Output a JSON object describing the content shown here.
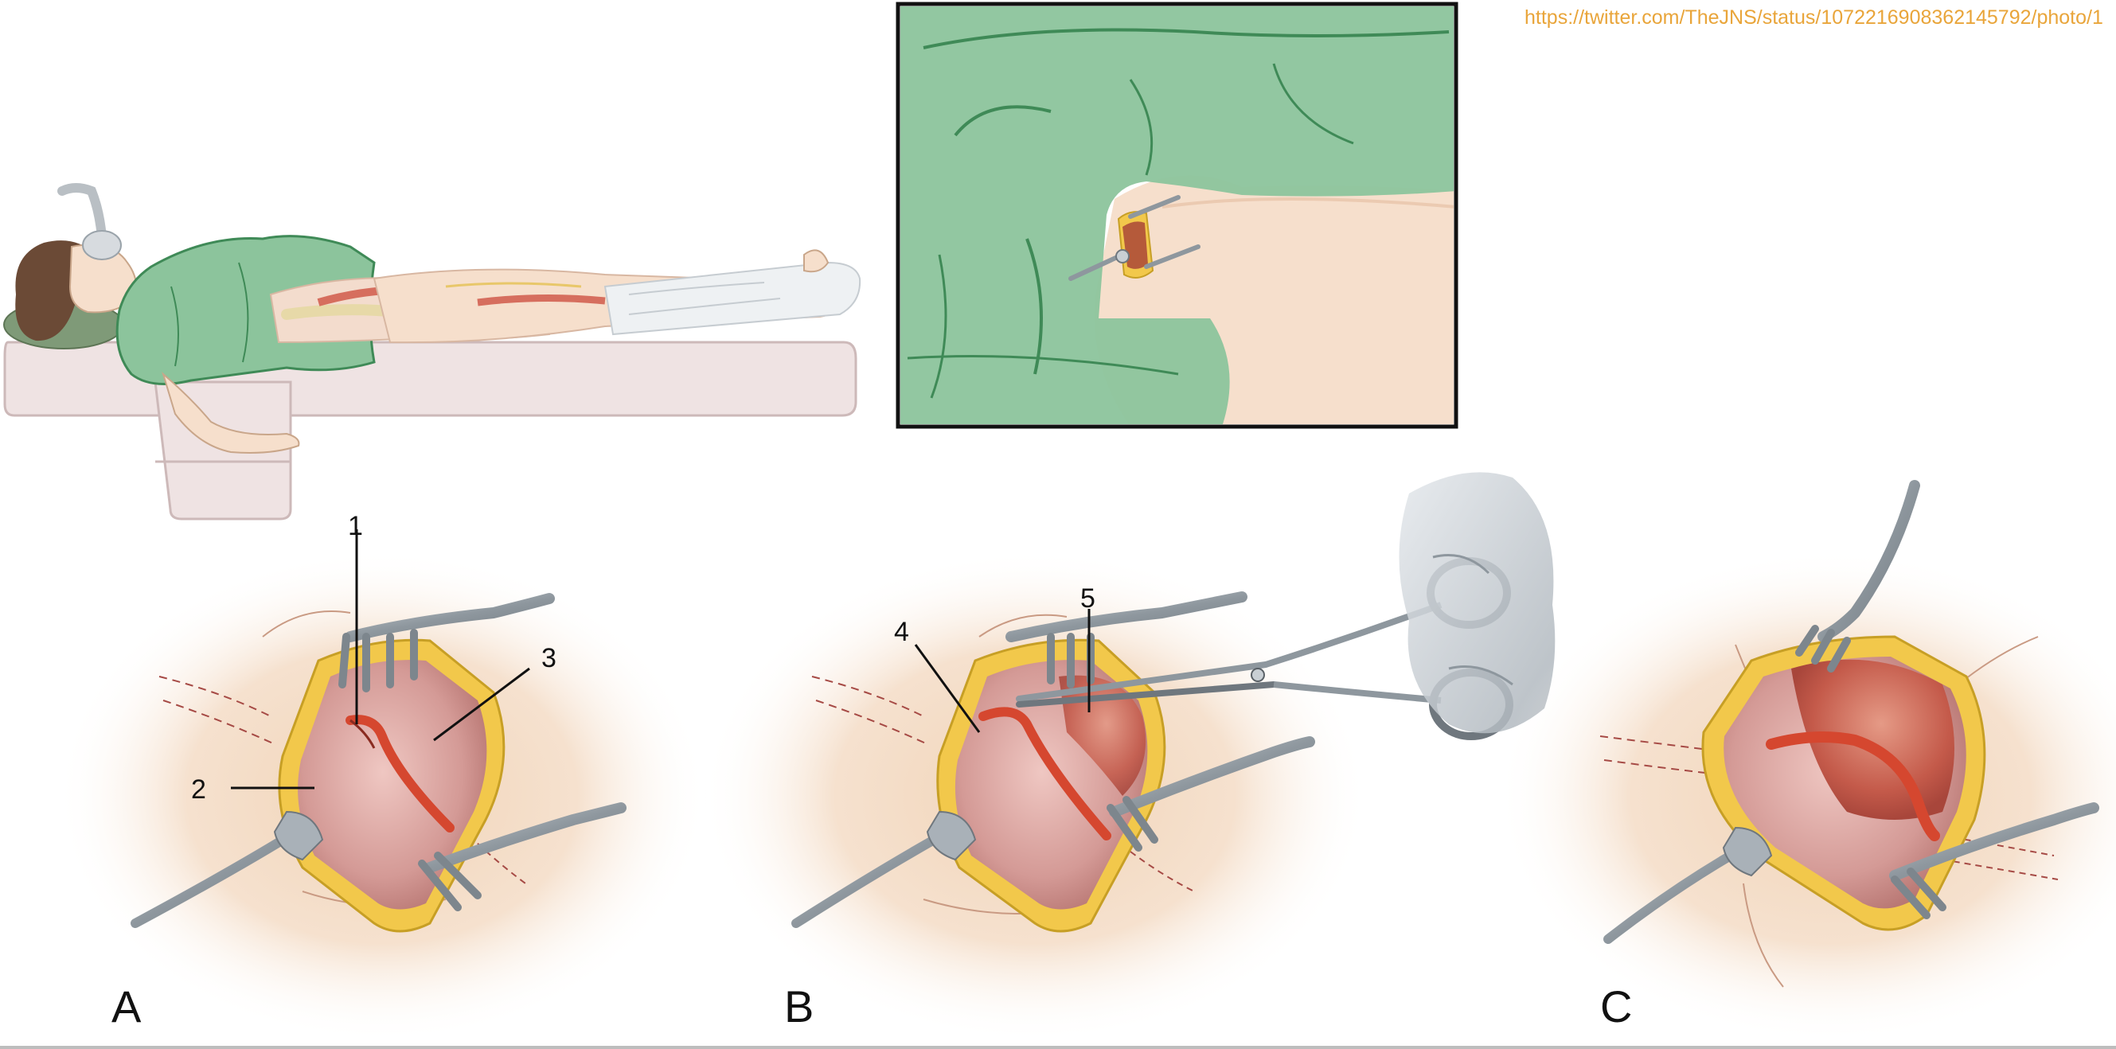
{
  "source_url": "https://twitter.com/TheJNS/status/1072216908362145792/photo/1",
  "panels": [
    {
      "letter": "A",
      "callouts": [
        "1",
        "2",
        "3"
      ]
    },
    {
      "letter": "B",
      "callouts": [
        "4",
        "5"
      ]
    },
    {
      "letter": "C",
      "callouts": []
    }
  ],
  "colors": {
    "drape_green": "#8cc49c",
    "drape_line": "#3f8a57",
    "skin": "#f6dfcc",
    "table": "#efe3e3",
    "fat_yellow": "#f2c84b",
    "muscle_pink": "#d99a9a",
    "nerve_red": "#d5472f",
    "instrument_gray": "#9aa3aa",
    "url_orange": "#e9a53a"
  },
  "icons": [
    "patient-on-table-illustration",
    "inset-drape-view",
    "surgical-field-illustration",
    "retractor-icon",
    "scissors-icon"
  ]
}
